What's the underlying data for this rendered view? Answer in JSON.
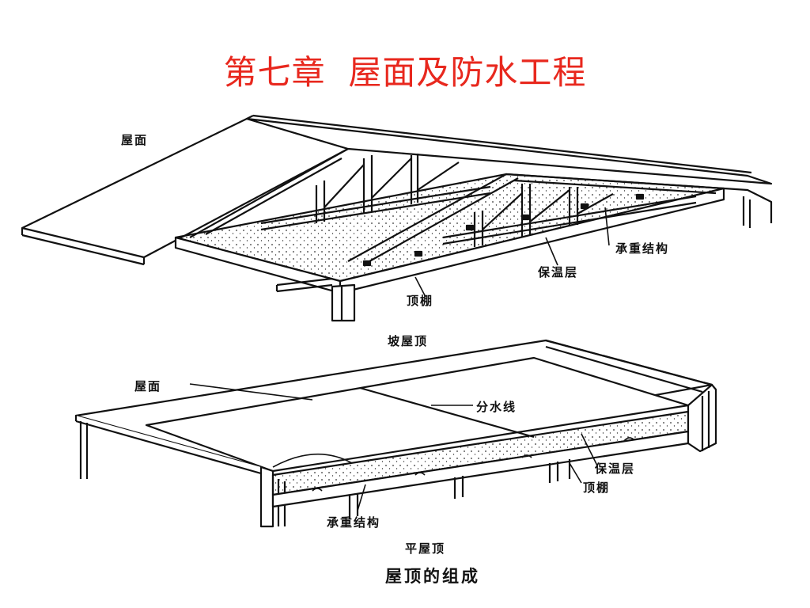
{
  "title": "第七章  屋面及防水工程",
  "pitched_roof": {
    "caption": "坡屋顶",
    "labels": {
      "roof_surface": "屋面",
      "load_bearing": "承重结构",
      "insulation": "保温层",
      "ceiling": "顶棚"
    }
  },
  "flat_roof": {
    "caption": "平屋顶",
    "labels": {
      "roof_surface": "屋面",
      "water_divide": "分水线",
      "insulation": "保温层",
      "ceiling": "顶棚",
      "load_bearing": "承重结构"
    }
  },
  "figure_caption": "屋顶的组成"
}
